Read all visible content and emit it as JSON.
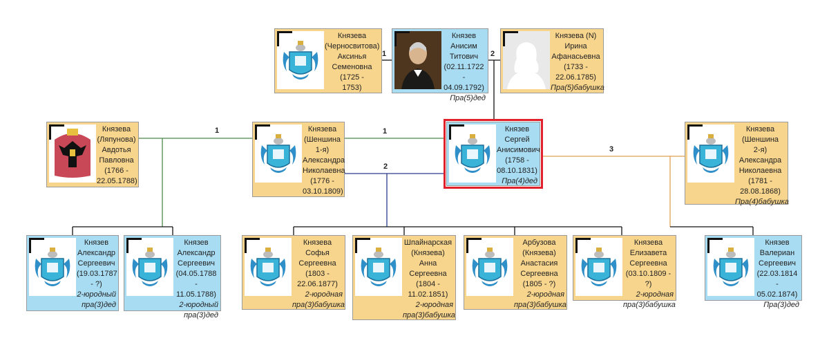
{
  "persons": [
    {
      "key": "aksinya",
      "gender": "female",
      "icon": "coat-of-arms-icon",
      "name": "Князева\n(Черносвитова)\nАксинья\nСеменовна",
      "dates": "(1725 -\n1753)",
      "relation": ""
    },
    {
      "key": "anisim",
      "gender": "male",
      "icon": "portrait-icon",
      "name": "Князев\nАнисим\nТитович",
      "dates": "(02.11.1722\n- 04.09.1792)",
      "relation": "Пра(5)дед"
    },
    {
      "key": "irina",
      "gender": "female",
      "icon": "female-silhouette-icon",
      "name": "Князева (N)\nИрина\nАфанасьевна",
      "dates": "(1733 -\n22.06.1785)",
      "relation": "Пра(5)бабушка"
    },
    {
      "key": "avdotya",
      "gender": "female",
      "icon": "eagle-arms-icon",
      "name": "Князева\n(Ляпунова)\nАвдотья\nПавловна",
      "dates": "(1766 -\n22.05.1788)",
      "relation": ""
    },
    {
      "key": "alexandra1",
      "gender": "female",
      "icon": "coat-of-arms-icon",
      "name": "Князева\n(Шеншина\n1-я)\nАлександра\nНиколаевна",
      "dates": "(1776 -\n03.10.1809)",
      "relation": ""
    },
    {
      "key": "sergey",
      "gender": "male",
      "icon": "coat-of-arms-icon",
      "name": "Князев\nСергей\nАнисимович",
      "dates": "(1758 -\n08.10.1831)",
      "relation": "Пра(4)дед"
    },
    {
      "key": "alexandra2",
      "gender": "female",
      "icon": "coat-of-arms-icon",
      "name": "Князева\n(Шеншина\n2-я)\nАлександра\nНиколаевна",
      "dates": "(1781 -\n28.08.1868)",
      "relation": "Пра(4)бабушка"
    },
    {
      "key": "alexandr1",
      "gender": "male",
      "icon": "coat-of-arms-icon",
      "name": "Князев\nАлександр\nСергеевич",
      "dates": "(19.03.1787\n- ?)",
      "relation": "2-юродный\nпра(3)дед"
    },
    {
      "key": "alexandr2",
      "gender": "male",
      "icon": "coat-of-arms-icon",
      "name": "Князев\nАлександр\nСергеевич",
      "dates": "(04.05.1788\n- 11.05.1788)",
      "relation": "2-юродный\nпра(3)дед"
    },
    {
      "key": "sofya",
      "gender": "female",
      "icon": "coat-of-arms-icon",
      "name": "Князева\nСофья\nСергеевна",
      "dates": "(1803 -\n22.06.1877)",
      "relation": "2-юродная\nпра(3)бабушка"
    },
    {
      "key": "anna",
      "gender": "female",
      "icon": "coat-of-arms-icon",
      "name": "Шпайнарская\n(Князева)\nАнна\nСергеевна",
      "dates": "(1804 -\n11.02.1851)",
      "relation": "2-юродная\nпра(3)бабушка"
    },
    {
      "key": "anastasia",
      "gender": "female",
      "icon": "coat-of-arms-icon",
      "name": "Арбузова\n(Князева)\nАнастасия\nСергеевна",
      "dates": "(1805 - ?)",
      "relation": "2-юродная\nпра(3)бабушка"
    },
    {
      "key": "elizaveta",
      "gender": "female",
      "icon": "coat-of-arms-icon",
      "name": "Князева\nЕлизавета\nСергеевна",
      "dates": "(03.10.1809 - ?)",
      "relation": "2-юродная\nпра(3)бабушка"
    },
    {
      "key": "valerian",
      "gender": "male",
      "icon": "coat-of-arms-icon",
      "name": "Князев\nВалериан\nСергеевич",
      "dates": "(22.03.1814\n- 05.02.1874)",
      "relation": "Пра(3)дед"
    }
  ],
  "edge_labels": [
    "1",
    "2",
    "1",
    "1",
    "2",
    "3"
  ],
  "colors": {
    "female_card": "#f8d58d",
    "male_card": "#a8dcf2",
    "selected_border": "#e0202a",
    "line_marriage_1": "#4a8a4a",
    "line_marriage_2": "#2a3a8a",
    "line_marriage_3": "#e0a050",
    "line_black": "#111111"
  }
}
